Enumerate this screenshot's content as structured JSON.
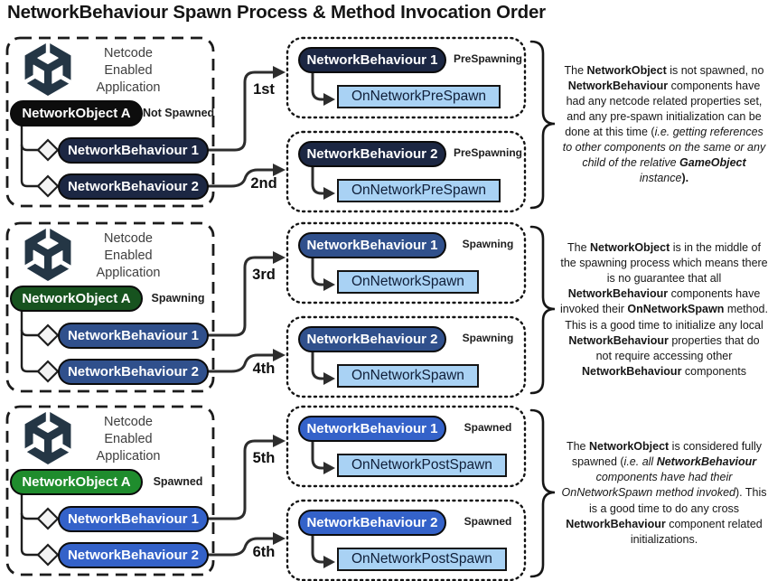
{
  "title": "NetworkBehaviour Spawn Process & Method Invocation Order",
  "colors": {
    "not_spawned_pill": "#0d0d0d",
    "spawning_pill": "#17531f",
    "spawned_pill": "#1f8c2d",
    "behaviour_row1": "#1c2743",
    "behaviour_row2": "#30508c",
    "behaviour_row3": "#3462c9",
    "method_box_fill": "#a9d2f4",
    "unity_logo": "#243645"
  },
  "rows": [
    {
      "app_label": "Netcode Enabled Application",
      "network_object": {
        "label": "NetworkObject A",
        "status": "Not Spawned",
        "color": "#0d0d0d"
      },
      "behaviours": [
        "NetworkBehaviour 1",
        "NetworkBehaviour 2"
      ],
      "behaviour_color": "#1c2743",
      "ordinals": [
        "1st",
        "2nd"
      ],
      "calls": [
        {
          "pill": "NetworkBehaviour 1",
          "status": "PreSpawning",
          "method": "OnNetworkPreSpawn"
        },
        {
          "pill": "NetworkBehaviour 2",
          "status": "PreSpawning",
          "method": "OnNetworkPreSpawn"
        }
      ],
      "note": [
        {
          "t": "The "
        },
        {
          "t": "NetworkObject",
          "b": 1
        },
        {
          "t": " is not spawned, no "
        },
        {
          "t": "NetworkBehaviour",
          "b": 1
        },
        {
          "t": " components have had any netcode related properties set, and any pre-spawn initialization can be done at this time ("
        },
        {
          "t": "i.e. getting references to other components on the same or any child of the relative ",
          "i": 1
        },
        {
          "t": "GameObject",
          "b": 1,
          "i": 1
        },
        {
          "t": " instance",
          "i": 1
        },
        {
          "t": ").",
          "b": 1
        }
      ]
    },
    {
      "app_label": "Netcode Enabled Application",
      "network_object": {
        "label": "NetworkObject A",
        "status": "Spawning",
        "color": "#17531f"
      },
      "behaviours": [
        "NetworkBehaviour 1",
        "NetworkBehaviour 2"
      ],
      "behaviour_color": "#30508c",
      "ordinals": [
        "3rd",
        "4th"
      ],
      "calls": [
        {
          "pill": "NetworkBehaviour 1",
          "status": "Spawning",
          "method": "OnNetworkSpawn"
        },
        {
          "pill": "NetworkBehaviour 2",
          "status": "Spawning",
          "method": "OnNetworkSpawn"
        }
      ],
      "note": [
        {
          "t": "The "
        },
        {
          "t": "NetworkObject",
          "b": 1
        },
        {
          "t": " is in the middle of the spawning process which means there is no guarantee that all "
        },
        {
          "t": "NetworkBehaviour",
          "b": 1
        },
        {
          "t": " components have invoked their "
        },
        {
          "t": "OnNetworkSpawn",
          "b": 1
        },
        {
          "t": " method. This is a good time to initialize any local "
        },
        {
          "t": "NetworkBehaviour",
          "b": 1
        },
        {
          "t": " properties that do not require accessing other "
        },
        {
          "t": "NetworkBehaviour",
          "b": 1
        },
        {
          "t": " components"
        }
      ]
    },
    {
      "app_label": "Netcode Enabled Application",
      "network_object": {
        "label": "NetworkObject A",
        "status": "Spawned",
        "color": "#1f8c2d"
      },
      "behaviours": [
        "NetworkBehaviour 1",
        "NetworkBehaviour 2"
      ],
      "behaviour_color": "#3462c9",
      "ordinals": [
        "5th",
        "6th"
      ],
      "calls": [
        {
          "pill": "NetworkBehaviour 1",
          "status": "Spawned",
          "method": "OnNetworkPostSpawn"
        },
        {
          "pill": "NetworkBehaviour 2",
          "status": "Spawned",
          "method": "OnNetworkPostSpawn"
        }
      ],
      "note": [
        {
          "t": "The "
        },
        {
          "t": "NetworkObject",
          "b": 1
        },
        {
          "t": " is considered fully spawned ("
        },
        {
          "t": "i.e. all ",
          "i": 1
        },
        {
          "t": "NetworkBehaviour",
          "b": 1,
          "i": 1
        },
        {
          "t": " components have had their OnNetworkSpawn method invoked",
          "i": 1
        },
        {
          "t": "). This is a good time to do any cross "
        },
        {
          "t": "NetworkBehaviour",
          "b": 1
        },
        {
          "t": " component related initializations."
        }
      ]
    }
  ]
}
